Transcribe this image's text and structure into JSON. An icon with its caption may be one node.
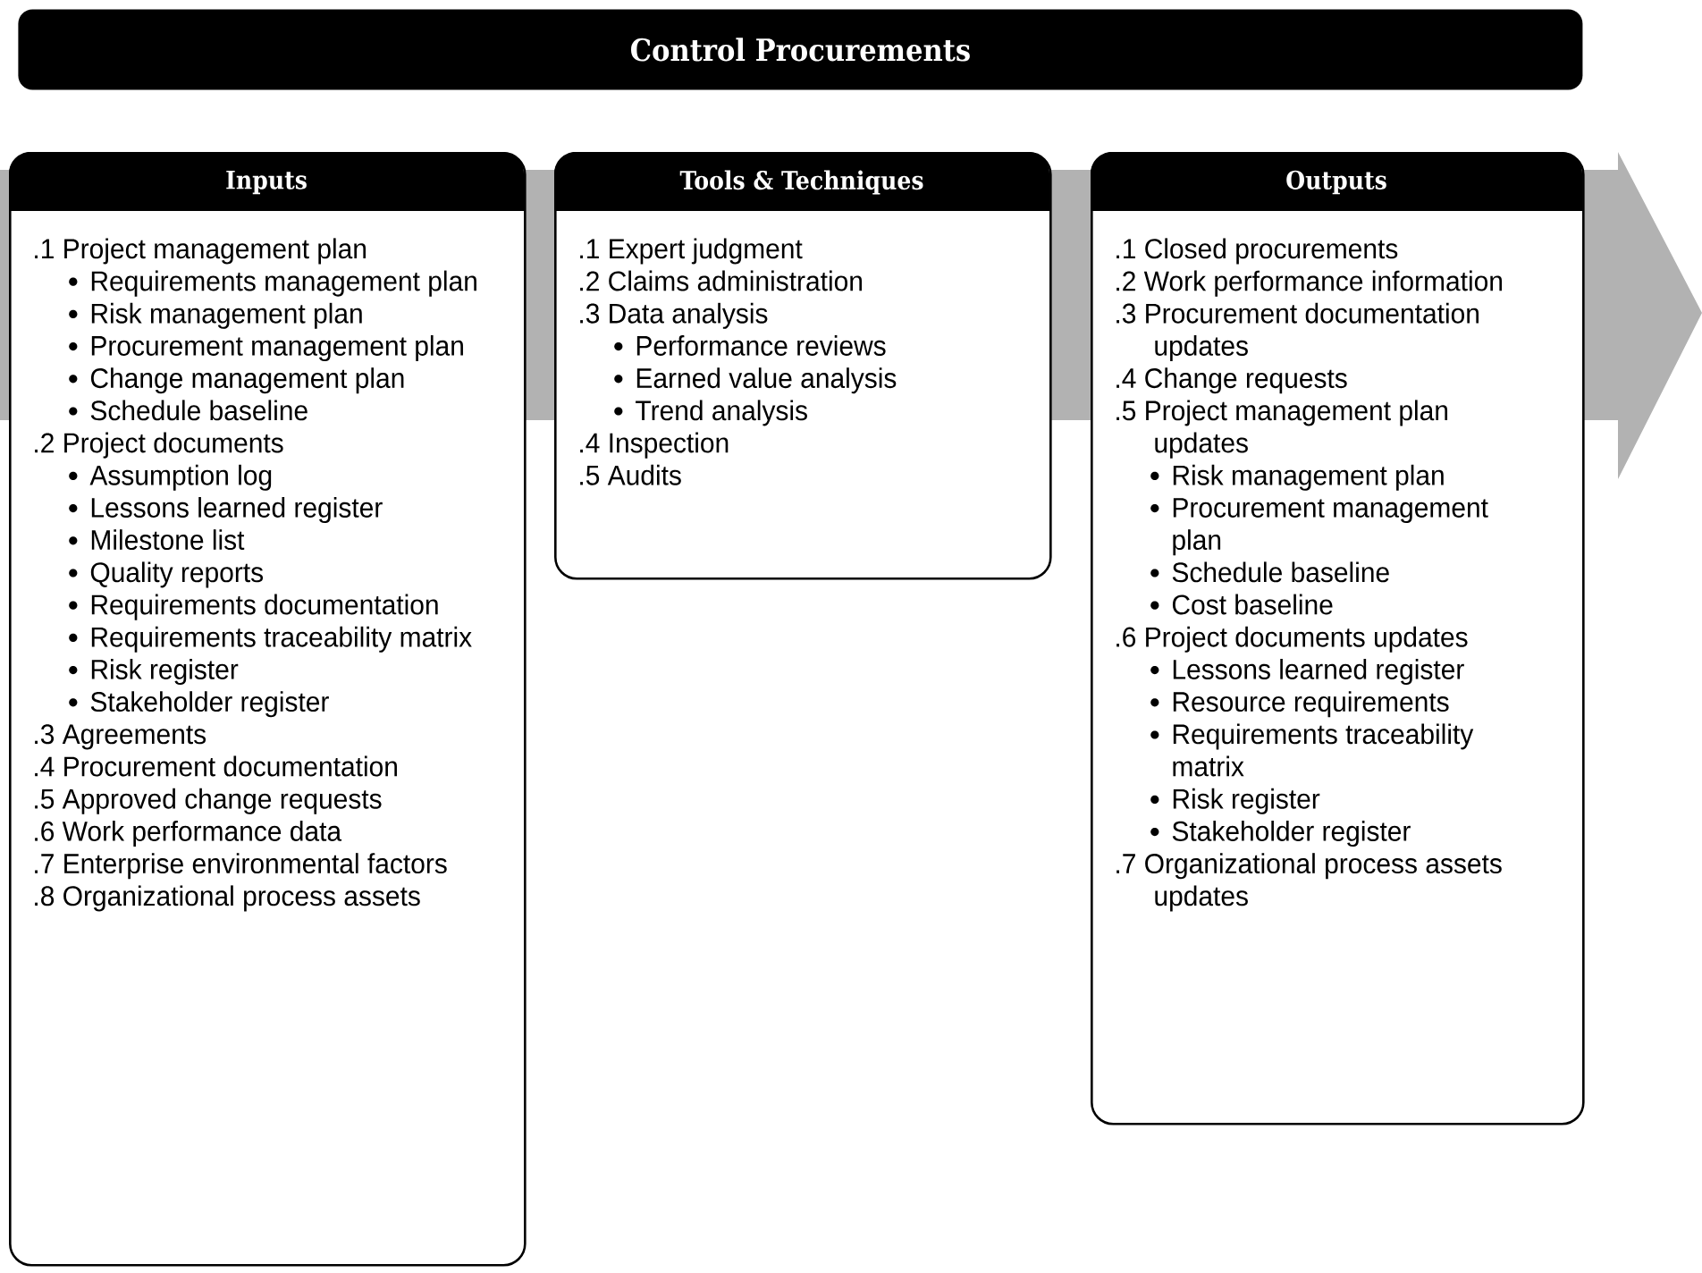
{
  "diagram": {
    "nodes": [
      {
        "text": [
          "Control Procurements"
        ]
      },
      {
        "text": [
          "Inputs",
          ".1 Project management plan",
          "Requirements management plan",
          "Risk management plan",
          "Procurement management plan",
          "Change management plan",
          "Schedule baseline",
          ".2 Project documents",
          "Assumption log",
          "Lessons learned register",
          "Milestone list",
          "Quality reports",
          "Requirements documentation",
          "Requirements traceability matrix",
          "Risk register",
          "Stakeholder register",
          ".3 Agreements",
          ".4 Procurement documentation",
          ".5 Approved change requests",
          ".6 Work performance data",
          ".7 Enterprise environmental factors",
          ".8 Organizational process assets"
        ]
      },
      {
        "text": [
          "Tools & Techniques",
          ".1 Expert judgment",
          ".2 Claims administration",
          ".3 Data analysis",
          "Performance reviews",
          "Earned value analysis",
          "Trend analysis",
          ".4 Inspection",
          ".5 Audits"
        ]
      },
      {
        "text": [
          "Outputs",
          ".1 Closed procurements",
          ".2 Work performance information",
          ".3 Procurement documentation updates",
          ".4 Change requests",
          ".5 Project management plan updates",
          "Risk management plan",
          "Procurement management plan",
          "Schedule baseline",
          "Cost baseline",
          ".6 Project documents updates",
          "Lessons learned register",
          "Resource requirements",
          "Requirements traceability matrix",
          "Risk register",
          "Stakeholder register",
          ".7 Organizational process assets updates"
        ]
      }
    ]
  }
}
